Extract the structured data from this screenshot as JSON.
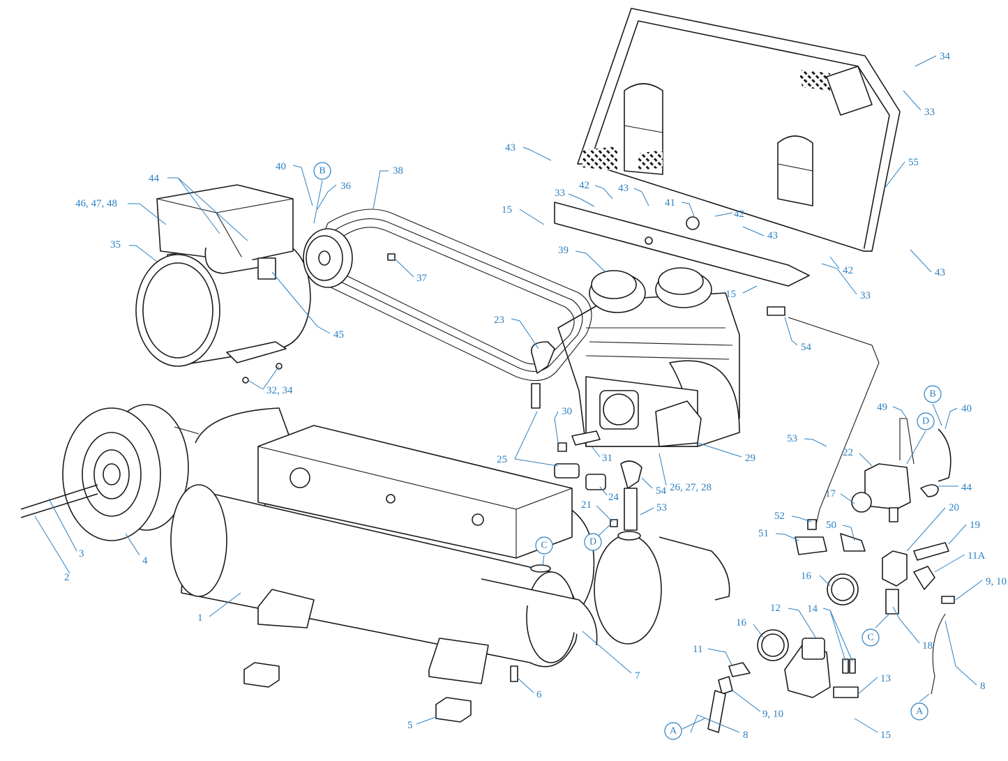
{
  "colors": {
    "callout": "#2b7fc0",
    "linework": "#1a1a1a",
    "background": "#ffffff"
  },
  "callouts": [
    {
      "label": "1"
    },
    {
      "label": "2"
    },
    {
      "label": "3"
    },
    {
      "label": "4"
    },
    {
      "label": "5"
    },
    {
      "label": "6"
    },
    {
      "label": "7"
    },
    {
      "label": "8"
    },
    {
      "label": "8"
    },
    {
      "label": "9, 10"
    },
    {
      "label": "9, 10"
    },
    {
      "label": "11"
    },
    {
      "label": "11A"
    },
    {
      "label": "12"
    },
    {
      "label": "13"
    },
    {
      "label": "14"
    },
    {
      "label": "15"
    },
    {
      "label": "15"
    },
    {
      "label": "15"
    },
    {
      "label": "16"
    },
    {
      "label": "16"
    },
    {
      "label": "17"
    },
    {
      "label": "18"
    },
    {
      "label": "19"
    },
    {
      "label": "20"
    },
    {
      "label": "21"
    },
    {
      "label": "22"
    },
    {
      "label": "23"
    },
    {
      "label": "24"
    },
    {
      "label": "25"
    },
    {
      "label": "26, 27, 28"
    },
    {
      "label": "29"
    },
    {
      "label": "30"
    },
    {
      "label": "31"
    },
    {
      "label": "32, 34"
    },
    {
      "label": "33"
    },
    {
      "label": "33"
    },
    {
      "label": "33"
    },
    {
      "label": "34"
    },
    {
      "label": "35"
    },
    {
      "label": "36"
    },
    {
      "label": "37"
    },
    {
      "label": "38"
    },
    {
      "label": "39"
    },
    {
      "label": "40"
    },
    {
      "label": "40"
    },
    {
      "label": "41"
    },
    {
      "label": "42"
    },
    {
      "label": "42"
    },
    {
      "label": "42"
    },
    {
      "label": "43"
    },
    {
      "label": "43"
    },
    {
      "label": "43"
    },
    {
      "label": "43"
    },
    {
      "label": "44"
    },
    {
      "label": "44"
    },
    {
      "label": "45"
    },
    {
      "label": "46, 47, 48"
    },
    {
      "label": "49"
    },
    {
      "label": "50"
    },
    {
      "label": "51"
    },
    {
      "label": "52"
    },
    {
      "label": "53"
    },
    {
      "label": "53"
    },
    {
      "label": "54"
    },
    {
      "label": "54"
    },
    {
      "label": "55"
    }
  ],
  "connection_refs": [
    {
      "label": "A"
    },
    {
      "label": "A"
    },
    {
      "label": "B"
    },
    {
      "label": "B"
    },
    {
      "label": "C"
    },
    {
      "label": "C"
    },
    {
      "label": "D"
    },
    {
      "label": "D"
    }
  ]
}
